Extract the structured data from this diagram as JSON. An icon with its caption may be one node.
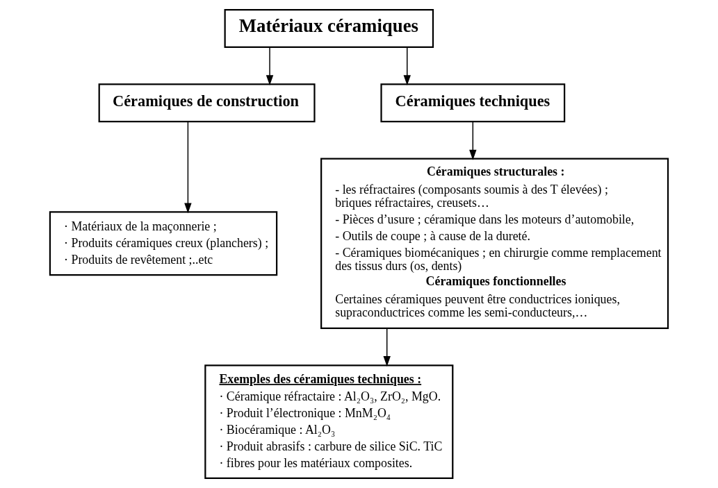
{
  "diagram": {
    "nodes": [
      {
        "text": [
          "Matériaux céramiques"
        ]
      },
      {
        "text": [
          "Céramiques de construction"
        ]
      },
      {
        "text": [
          "Céramiques techniques"
        ]
      },
      {
        "text": [
          "· Matériaux de la maçonnerie ;",
          "· Produits céramiques creux (planchers) ;",
          "· Produits de revêtement ;..etc"
        ]
      },
      {
        "text": [
          "Céramiques structurales :",
          "- les réfractaires (composants soumis à des T élevées) ; briques réfractaires, creusets…",
          "- Pièces d’usure ; céramique dans les moteurs d’automobile,",
          "- Outils de coupe ; à cause de la dureté.",
          "- Céramiques biomécaniques ; en chirurgie comme remplacement des tissus durs (os, dents)",
          "Céramiques fonctionnelles",
          "Certaines céramiques peuvent être conductrices ioniques, supraconductrices comme les semi-conducteurs,…"
        ]
      },
      {
        "text": [
          "Exemples des céramiques techniques :",
          "· Céramique réfractaire : Al₂O₃, ZrO₂, MgO.",
          "· Produit l’électronique : MnM₂O₄",
          "· Biocéramique : Al₂O₃",
          "· Produit abrasifs : carbure de silice SiC. TiC",
          "· fibres pour les matériaux composites."
        ]
      }
    ],
    "edges": [
      {
        "from": 0,
        "to": 1,
        "arrow": "to"
      },
      {
        "from": 0,
        "to": 2,
        "arrow": "to"
      },
      {
        "from": 1,
        "to": 3,
        "arrow": "to"
      },
      {
        "from": 2,
        "to": 4,
        "arrow": "to"
      },
      {
        "from": 4,
        "to": 5,
        "arrow": "to"
      }
    ]
  }
}
